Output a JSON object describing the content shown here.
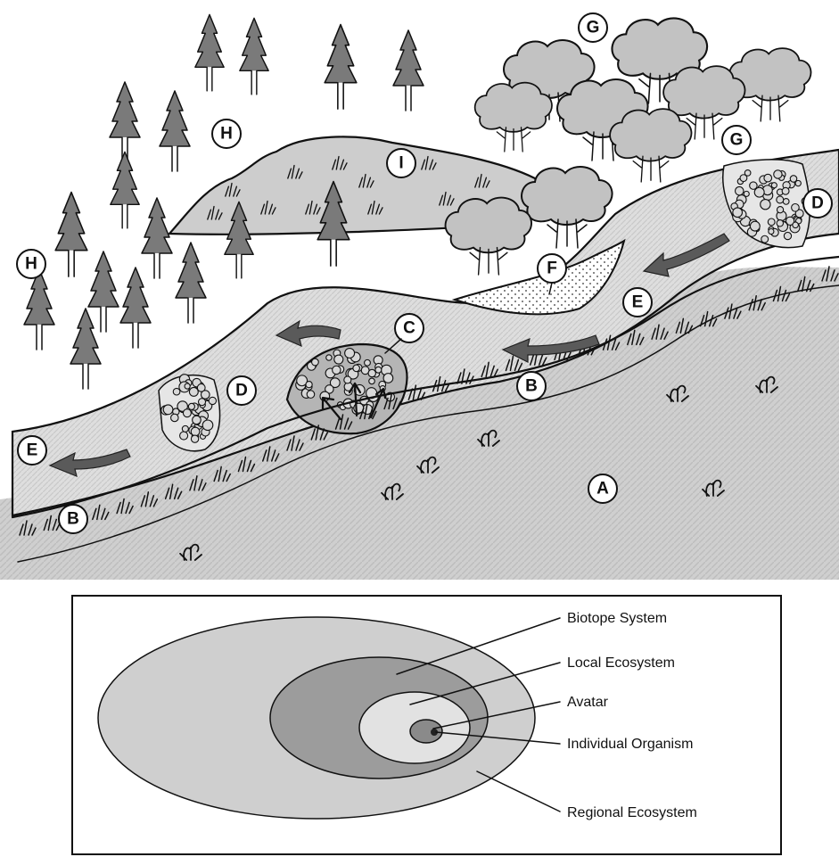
{
  "scene_labels": {
    "a": "A",
    "b": "B",
    "c": "C",
    "d": "D",
    "e": "E",
    "f": "F",
    "g": "G",
    "h": "H",
    "i": "I"
  },
  "scale_diagram": {
    "levels": [
      "Biotope System",
      "Local Ecosystem",
      "Avatar",
      "Individual Organism",
      "Regional Ecosystem"
    ],
    "colors": {
      "outer": "#cfcfcf",
      "second": "#9c9c9c",
      "third": "#e2e2e2",
      "inner": "#8a8a8a",
      "core": "#222222"
    }
  }
}
